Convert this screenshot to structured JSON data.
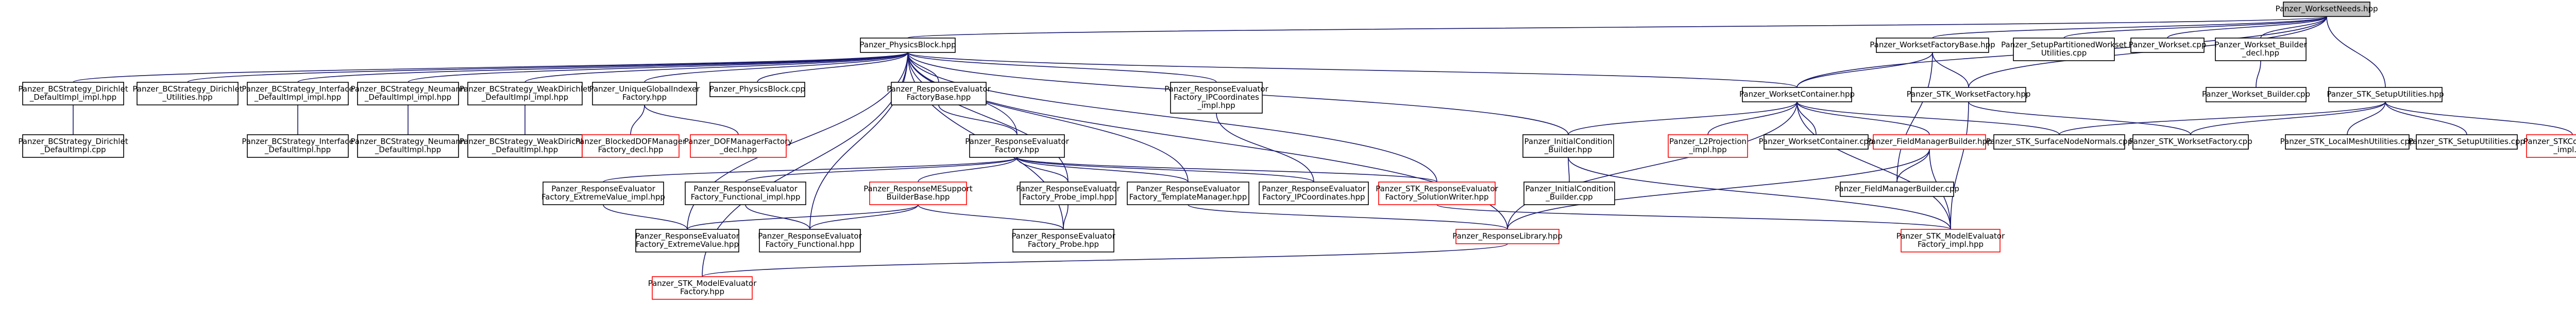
{
  "nodes": {
    "workset_needs": {
      "lines": [
        "Panzer_WorksetNeeds.hpp"
      ],
      "style": "highlight"
    },
    "physics_block": {
      "lines": [
        "Panzer_PhysicsBlock.hpp"
      ],
      "style": "normal"
    },
    "workset_factory_base": {
      "lines": [
        "Panzer_WorksetFactoryBase.hpp"
      ],
      "style": "normal"
    },
    "setup_partitioned": {
      "lines": [
        "Panzer_SetupPartitionedWorkset",
        "Utilities.cpp"
      ],
      "style": "normal"
    },
    "workset_cpp": {
      "lines": [
        "Panzer_Workset.cpp"
      ],
      "style": "normal"
    },
    "workset_builder_decl": {
      "lines": [
        "Panzer_Workset_Builder",
        "_decl.hpp"
      ],
      "style": "normal"
    },
    "bc_dirichlet_impl": {
      "lines": [
        "Panzer_BCStrategy_Dirichlet",
        "_DefaultImpl_impl.hpp"
      ],
      "style": "normal"
    },
    "bc_dirichlet_utilities": {
      "lines": [
        "Panzer_BCStrategy_Dirichlet",
        "_Utilities.hpp"
      ],
      "style": "normal"
    },
    "bc_interface_impl": {
      "lines": [
        "Panzer_BCStrategy_Interface",
        "_DefaultImpl_impl.hpp"
      ],
      "style": "normal"
    },
    "bc_neumann_impl": {
      "lines": [
        "Panzer_BCStrategy_Neumann",
        "_DefaultImpl_impl.hpp"
      ],
      "style": "normal"
    },
    "bc_weakdirichlet_impl": {
      "lines": [
        "Panzer_BCStrategy_WeakDirichlet",
        "_DefaultImpl_impl.hpp"
      ],
      "style": "normal"
    },
    "unique_global_indexer_factory": {
      "lines": [
        "Panzer_UniqueGlobalIndexer",
        "Factory.hpp"
      ],
      "style": "normal"
    },
    "physics_block_cpp": {
      "lines": [
        "Panzer_PhysicsBlock.cpp"
      ],
      "style": "normal"
    },
    "re_factory_base": {
      "lines": [
        "Panzer_ResponseEvaluator",
        "FactoryBase.hpp"
      ],
      "style": "normal"
    },
    "re_ipcoord_impl": {
      "lines": [
        "Panzer_ResponseEvaluator",
        "Factory_IPCoordinates",
        "_impl.hpp"
      ],
      "style": "normal"
    },
    "workset_container": {
      "lines": [
        "Panzer_WorksetContainer.hpp"
      ],
      "style": "normal"
    },
    "stk_workset_factory_hpp": {
      "lines": [
        "Panzer_STK_WorksetFactory.hpp"
      ],
      "style": "normal"
    },
    "workset_builder_cpp": {
      "lines": [
        "Panzer_Workset_Builder.cpp"
      ],
      "style": "normal"
    },
    "stk_setup_utilities_hpp": {
      "lines": [
        "Panzer_STK_SetupUtilities.hpp"
      ],
      "style": "normal"
    },
    "bc_dirichlet_cpp": {
      "lines": [
        "Panzer_BCStrategy_Dirichlet",
        "_DefaultImpl.cpp"
      ],
      "style": "normal"
    },
    "bc_interface_hpp": {
      "lines": [
        "Panzer_BCStrategy_Interface",
        "_DefaultImpl.hpp"
      ],
      "style": "normal"
    },
    "bc_neumann_hpp": {
      "lines": [
        "Panzer_BCStrategy_Neumann",
        "_DefaultImpl.hpp"
      ],
      "style": "normal"
    },
    "bc_weakdirichlet_hpp": {
      "lines": [
        "Panzer_BCStrategy_WeakDirichlet",
        "_DefaultImpl.hpp"
      ],
      "style": "normal"
    },
    "blocked_dof_manager_factory": {
      "lines": [
        "Panzer_BlockedDOFManager",
        "Factory_decl.hpp"
      ],
      "style": "red"
    },
    "dof_manager_factory_decl": {
      "lines": [
        "Panzer_DOFManagerFactory",
        "_decl.hpp"
      ],
      "style": "red"
    },
    "re_factory": {
      "lines": [
        "Panzer_ResponseEvaluator",
        "Factory.hpp"
      ],
      "style": "normal"
    },
    "initial_condition_builder_hpp": {
      "lines": [
        "Panzer_InitialCondition",
        "_Builder.hpp"
      ],
      "style": "normal"
    },
    "l2_projection_impl": {
      "lines": [
        "Panzer_L2Projection",
        "_impl.hpp"
      ],
      "style": "red"
    },
    "workset_container_cpp": {
      "lines": [
        "Panzer_WorksetContainer.cpp"
      ],
      "style": "normal"
    },
    "field_manager_builder_hpp": {
      "lines": [
        "Panzer_FieldManagerBuilder.hpp"
      ],
      "style": "red"
    },
    "stk_surface_node_normals": {
      "lines": [
        "Panzer_STK_SurfaceNodeNormals.cpp"
      ],
      "style": "normal"
    },
    "stk_workset_factory_cpp": {
      "lines": [
        "Panzer_STK_WorksetFactory.cpp"
      ],
      "style": "normal"
    },
    "stk_local_mesh_utilities": {
      "lines": [
        "Panzer_STK_LocalMeshUtilities.cpp"
      ],
      "style": "normal"
    },
    "stk_setup_utilities_cpp": {
      "lines": [
        "Panzer_STK_SetupUtilities.cpp"
      ],
      "style": "normal"
    },
    "stk_conn_manager_impl": {
      "lines": [
        "Panzer_STKConnManager",
        "_impl.hpp"
      ],
      "style": "red"
    },
    "re_extreme_value_impl": {
      "lines": [
        "Panzer_ResponseEvaluator",
        "Factory_ExtremeValue_impl.hpp"
      ],
      "style": "normal"
    },
    "re_functional_impl": {
      "lines": [
        "Panzer_ResponseEvaluator",
        "Factory_Functional_impl.hpp"
      ],
      "style": "normal"
    },
    "response_me_support_builder_base": {
      "lines": [
        "Panzer_ResponseMESupport",
        "BuilderBase.hpp"
      ],
      "style": "red"
    },
    "re_probe_impl": {
      "lines": [
        "Panzer_ResponseEvaluator",
        "Factory_Probe_impl.hpp"
      ],
      "style": "normal"
    },
    "re_template_manager": {
      "lines": [
        "Panzer_ResponseEvaluator",
        "Factory_TemplateManager.hpp"
      ],
      "style": "normal"
    },
    "re_ipcoordinates": {
      "lines": [
        "Panzer_ResponseEvaluator",
        "Factory_IPCoordinates.hpp"
      ],
      "style": "normal"
    },
    "stk_re_solution_writer": {
      "lines": [
        "Panzer_STK_ResponseEvaluator",
        "Factory_SolutionWriter.hpp"
      ],
      "style": "red"
    },
    "initial_condition_builder_cpp": {
      "lines": [
        "Panzer_InitialCondition",
        "_Builder.cpp"
      ],
      "style": "normal"
    },
    "field_manager_builder_cpp": {
      "lines": [
        "Panzer_FieldManagerBuilder.cpp"
      ],
      "style": "normal"
    },
    "re_extreme_value": {
      "lines": [
        "Panzer_ResponseEvaluator",
        "Factory_ExtremeValue.hpp"
      ],
      "style": "normal"
    },
    "re_functional": {
      "lines": [
        "Panzer_ResponseEvaluator",
        "Factory_Functional.hpp"
      ],
      "style": "normal"
    },
    "re_probe": {
      "lines": [
        "Panzer_ResponseEvaluator",
        "Factory_Probe.hpp"
      ],
      "style": "normal"
    },
    "response_library": {
      "lines": [
        "Panzer_ResponseLibrary.hpp"
      ],
      "style": "red"
    },
    "stk_model_evaluator_factory_impl": {
      "lines": [
        "Panzer_STK_ModelEvaluator",
        "Factory_impl.hpp"
      ],
      "style": "red"
    },
    "stk_model_evaluator_factory": {
      "lines": [
        "Panzer_STK_ModelEvaluator",
        "Factory.hpp"
      ],
      "style": "red"
    }
  },
  "edges": [
    [
      "workset_needs",
      "physics_block"
    ],
    [
      "workset_needs",
      "workset_factory_base"
    ],
    [
      "workset_needs",
      "setup_partitioned"
    ],
    [
      "workset_needs",
      "workset_cpp"
    ],
    [
      "workset_needs",
      "workset_builder_decl"
    ],
    [
      "workset_needs",
      "workset_container"
    ],
    [
      "workset_needs",
      "stk_workset_factory_hpp"
    ],
    [
      "workset_needs",
      "stk_setup_utilities_hpp"
    ],
    [
      "physics_block",
      "bc_dirichlet_impl"
    ],
    [
      "physics_block",
      "bc_dirichlet_utilities"
    ],
    [
      "physics_block",
      "bc_interface_impl"
    ],
    [
      "physics_block",
      "bc_neumann_impl"
    ],
    [
      "physics_block",
      "bc_weakdirichlet_impl"
    ],
    [
      "physics_block",
      "unique_global_indexer_factory"
    ],
    [
      "physics_block",
      "physics_block_cpp"
    ],
    [
      "physics_block",
      "re_factory_base"
    ],
    [
      "physics_block",
      "re_ipcoord_impl"
    ],
    [
      "physics_block",
      "workset_container"
    ],
    [
      "physics_block",
      "re_factory"
    ],
    [
      "physics_block",
      "initial_condition_builder_hpp"
    ],
    [
      "physics_block",
      "stk_re_solution_writer"
    ],
    [
      "physics_block",
      "re_extreme_value"
    ],
    [
      "physics_block",
      "re_functional"
    ],
    [
      "physics_block",
      "re_probe"
    ],
    [
      "physics_block",
      "response_library"
    ],
    [
      "physics_block",
      "stk_model_evaluator_factory"
    ],
    [
      "physics_block",
      "re_probe_impl"
    ],
    [
      "physics_block",
      "re_template_manager"
    ],
    [
      "workset_factory_base",
      "workset_container"
    ],
    [
      "workset_factory_base",
      "stk_workset_factory_hpp"
    ],
    [
      "workset_factory_base",
      "field_manager_builder_cpp"
    ],
    [
      "workset_builder_decl",
      "workset_builder_cpp"
    ],
    [
      "bc_dirichlet_impl",
      "bc_dirichlet_cpp"
    ],
    [
      "bc_interface_impl",
      "bc_interface_hpp"
    ],
    [
      "bc_neumann_impl",
      "bc_neumann_hpp"
    ],
    [
      "bc_weakdirichlet_impl",
      "bc_weakdirichlet_hpp"
    ],
    [
      "unique_global_indexer_factory",
      "blocked_dof_manager_factory"
    ],
    [
      "unique_global_indexer_factory",
      "dof_manager_factory_decl"
    ],
    [
      "re_factory_base",
      "re_factory"
    ],
    [
      "re_ipcoord_impl",
      "re_ipcoordinates"
    ],
    [
      "workset_container",
      "initial_condition_builder_hpp"
    ],
    [
      "workset_container",
      "l2_projection_impl"
    ],
    [
      "workset_container",
      "workset_container_cpp"
    ],
    [
      "workset_container",
      "field_manager_builder_hpp"
    ],
    [
      "workset_container",
      "stk_surface_node_normals"
    ],
    [
      "workset_container",
      "stk_model_evaluator_factory_impl"
    ],
    [
      "workset_container",
      "response_library"
    ],
    [
      "stk_workset_factory_hpp",
      "stk_workset_factory_cpp"
    ],
    [
      "stk_workset_factory_hpp",
      "stk_model_evaluator_factory_impl"
    ],
    [
      "stk_setup_utilities_hpp",
      "stk_surface_node_normals"
    ],
    [
      "stk_setup_utilities_hpp",
      "stk_workset_factory_cpp"
    ],
    [
      "stk_setup_utilities_hpp",
      "stk_local_mesh_utilities"
    ],
    [
      "stk_setup_utilities_hpp",
      "stk_setup_utilities_cpp"
    ],
    [
      "stk_setup_utilities_hpp",
      "stk_conn_manager_impl"
    ],
    [
      "re_factory",
      "re_extreme_value_impl"
    ],
    [
      "re_factory",
      "re_functional_impl"
    ],
    [
      "re_factory",
      "response_me_support_builder_base"
    ],
    [
      "re_factory",
      "re_probe_impl"
    ],
    [
      "re_factory",
      "re_template_manager"
    ],
    [
      "re_factory",
      "re_ipcoordinates"
    ],
    [
      "re_factory",
      "stk_re_solution_writer"
    ],
    [
      "initial_condition_builder_hpp",
      "initial_condition_builder_cpp"
    ],
    [
      "initial_condition_builder_hpp",
      "stk_model_evaluator_factory_impl"
    ],
    [
      "field_manager_builder_hpp",
      "field_manager_builder_cpp"
    ],
    [
      "field_manager_builder_hpp",
      "stk_model_evaluator_factory_impl"
    ],
    [
      "field_manager_builder_hpp",
      "response_library"
    ],
    [
      "re_extreme_value_impl",
      "re_extreme_value"
    ],
    [
      "re_functional_impl",
      "re_functional"
    ],
    [
      "response_me_support_builder_base",
      "re_extreme_value"
    ],
    [
      "response_me_support_builder_base",
      "re_functional"
    ],
    [
      "response_me_support_builder_base",
      "re_probe"
    ],
    [
      "re_probe_impl",
      "re_probe"
    ],
    [
      "re_template_manager",
      "response_library"
    ],
    [
      "stk_re_solution_writer",
      "stk_model_evaluator_factory_impl"
    ],
    [
      "response_library",
      "stk_model_evaluator_factory"
    ]
  ]
}
